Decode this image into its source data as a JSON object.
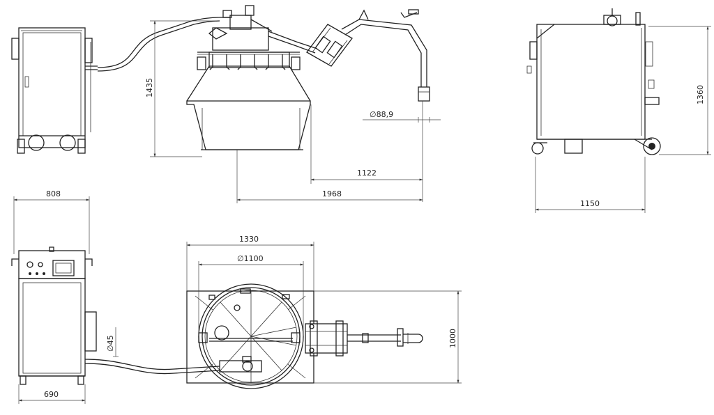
{
  "dimensions": {
    "height_1435": "1435",
    "dia_88_9": "∅88,9",
    "len_1122": "1122",
    "len_1968": "1968",
    "height_1360": "1360",
    "width_1150": "1150",
    "width_808": "808",
    "dia_45": "∅45",
    "width_690": "690",
    "width_1330": "1330",
    "dia_1100": "∅1100",
    "height_1000": "1000"
  }
}
